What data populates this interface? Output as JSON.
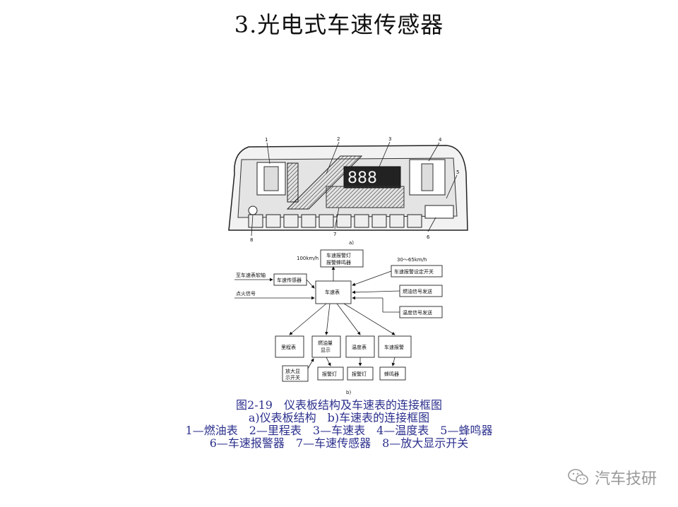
{
  "slide": {
    "title": "3.光电式车速传感器"
  },
  "figure_a": {
    "callouts": [
      "1",
      "2",
      "3",
      "4",
      "5",
      "6",
      "7",
      "8"
    ],
    "label": "a)"
  },
  "figure_b": {
    "label": "b)",
    "speed_left": "100km/h",
    "speed_right": "30～65km/h",
    "from_shaft": "至车速表软轴",
    "ignition_signal": "点火信号",
    "boxes": {
      "alarm_lamp": "车速报警灯\n报警蜂鸣器",
      "sensor": "车速传感器",
      "speedometer": "车速表",
      "set_switch": "车速报警设定开关",
      "fuel_signal": "燃油信号发送",
      "temp_signal": "温度信号发送",
      "odometer": "里程表",
      "fuel_display": "燃油量\n显示",
      "temp_gauge": "温度表",
      "speed_alarm": "车速报警",
      "zoom_switch": "放大显\n示开关",
      "warn_lamp_1": "报警灯",
      "warn_lamp_2": "报警灯",
      "buzzer": "蜂鸣器"
    }
  },
  "caption": {
    "line1": "图2-19　仪表板结构及车速表的连接框图",
    "line2": "a)仪表板结构　b)车速表的连接框图",
    "line3": "1—燃油表　2—里程表　3—车速表　4—温度表　5—蜂鸣器",
    "line4": "6—车速报警器　7—车速传感器　8—放大显示开关"
  },
  "watermark": {
    "text": "汽车技研",
    "icon": "wechat-icon"
  },
  "colors": {
    "caption": "#2b2f8c",
    "title": "#111111",
    "watermark": "#9a9a9a"
  }
}
